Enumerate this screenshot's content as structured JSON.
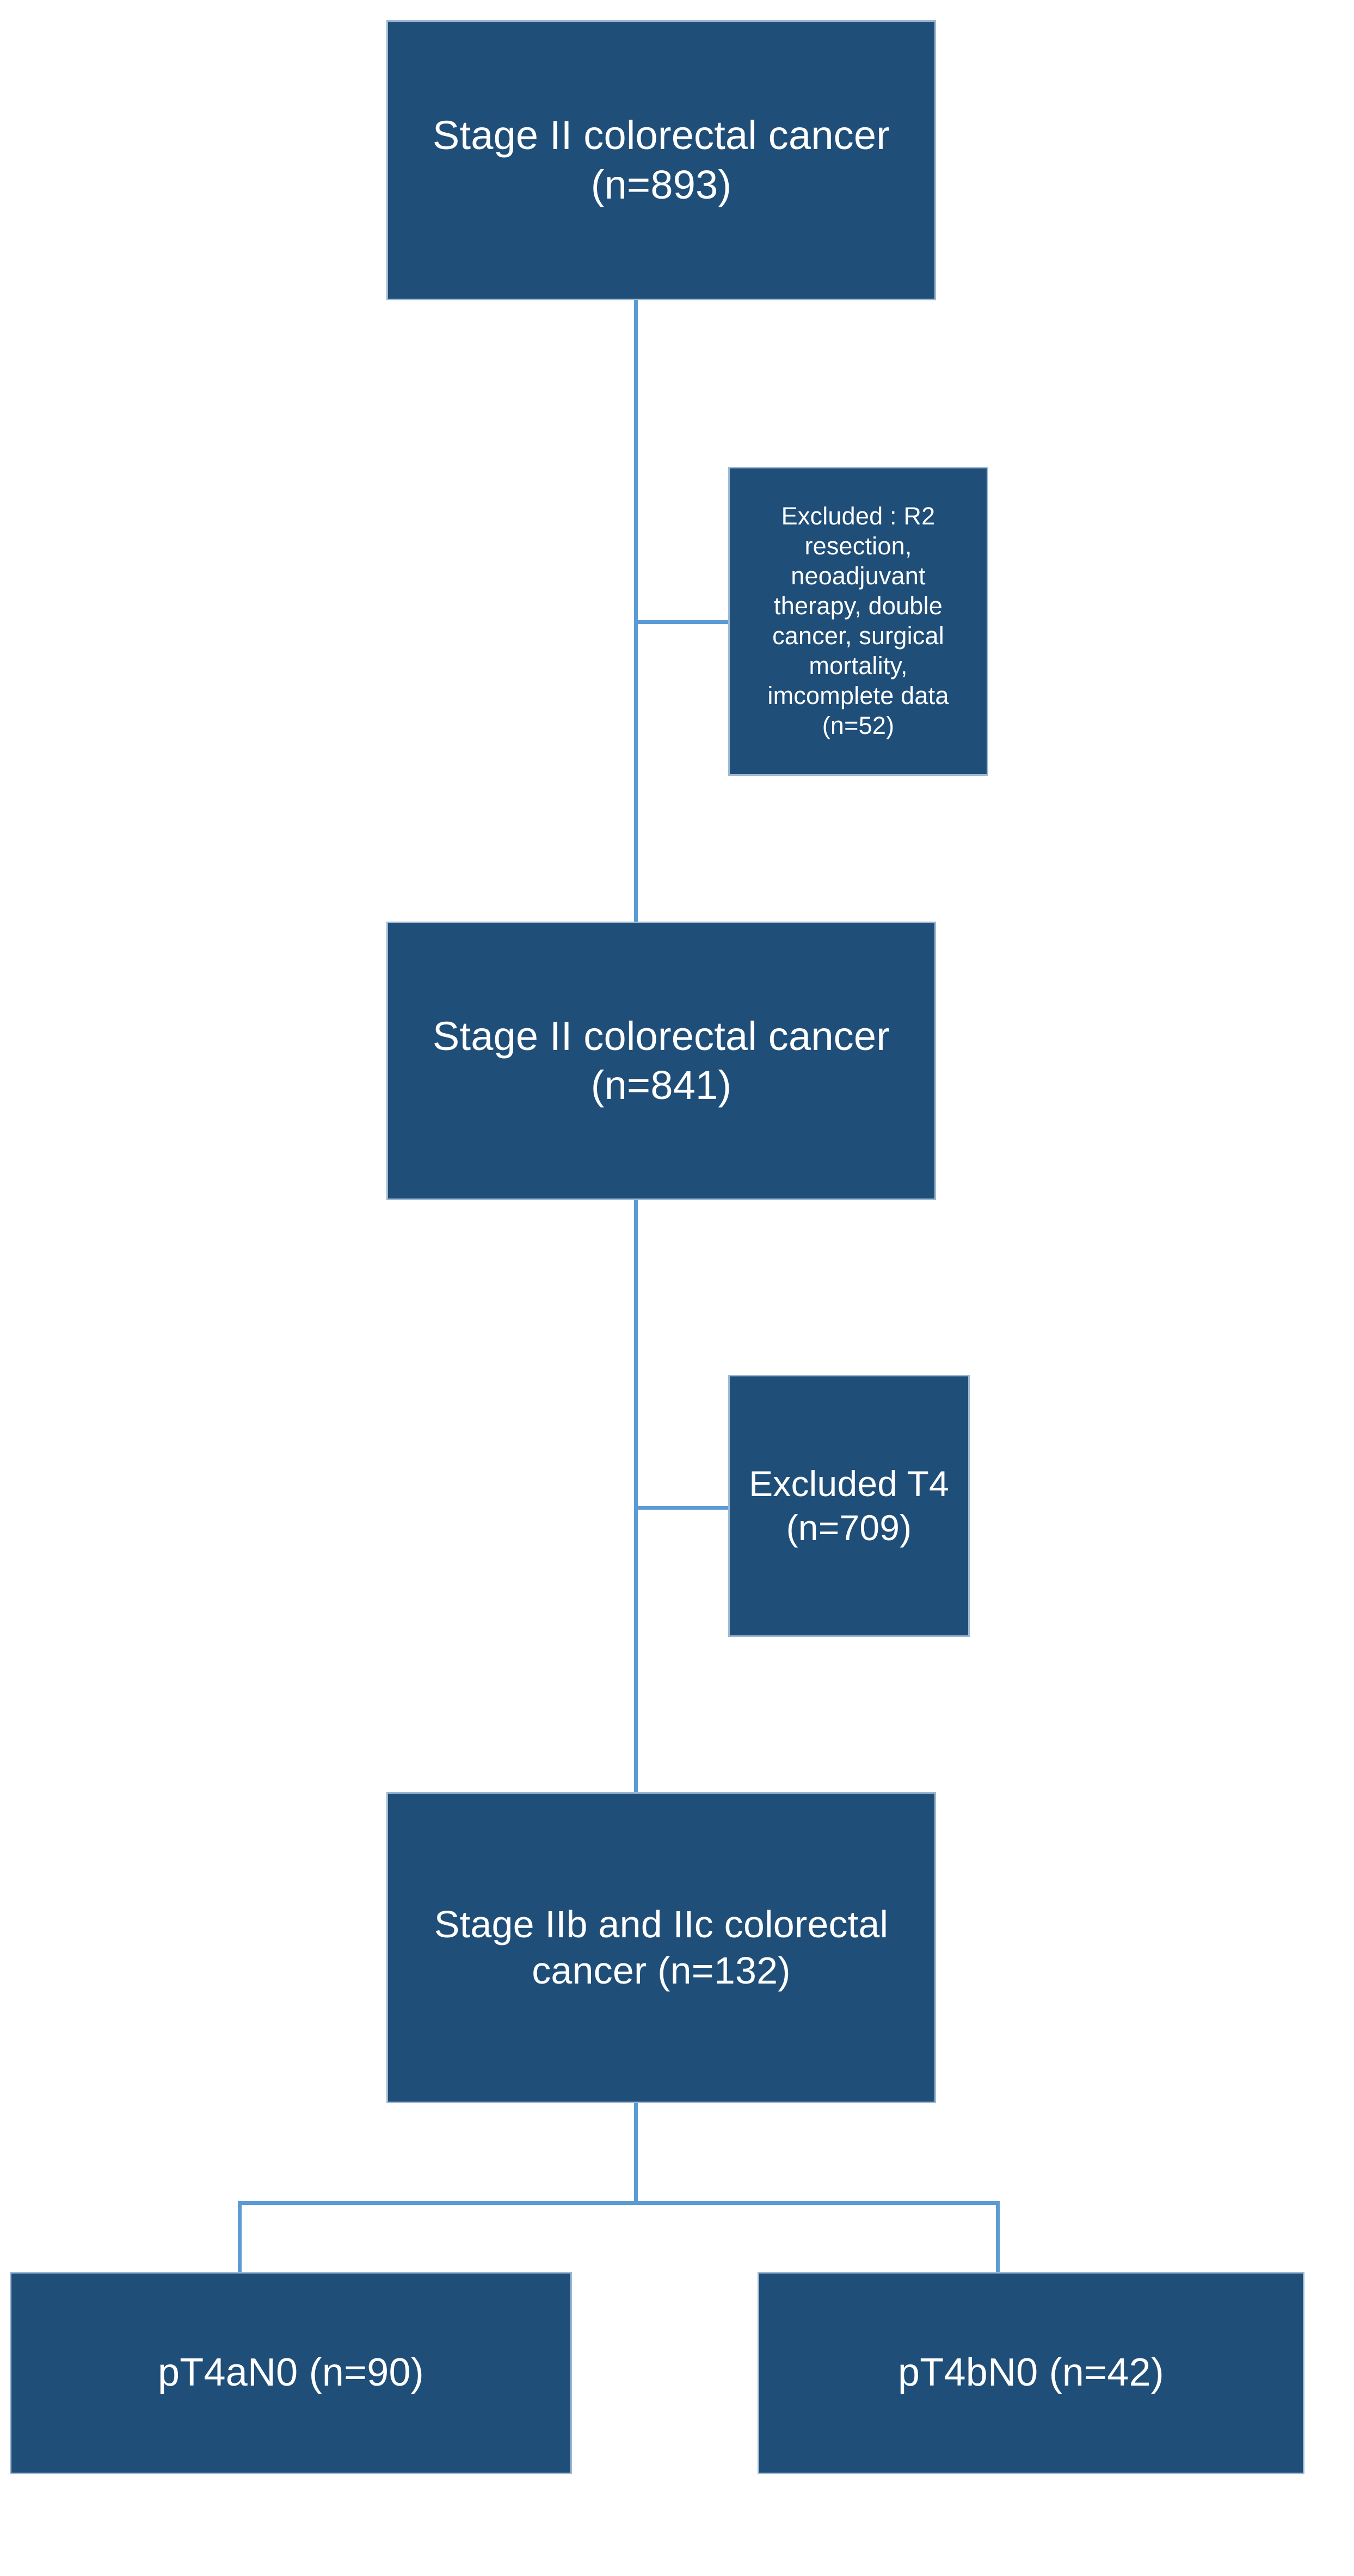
{
  "diagram": {
    "type": "flowchart",
    "title": "Stage II colorectal cancer patient selection flow",
    "colors": {
      "node_fill": "#1F4E79",
      "node_border": "#9DB9D4",
      "node_text": "#FFFFFF",
      "connector": "#5B9BD5",
      "background": "#FFFFFF"
    },
    "nodes": [
      {
        "id": "screened",
        "label": "Stage II colorectal cancer (n=893)",
        "n": 893,
        "role": "start"
      },
      {
        "id": "excl1",
        "label": "Excluded : R2 resection, neoadjuvant therapy, double cancer, surgical mortality, imcomplete data (n=52)",
        "n": 52,
        "role": "exclusion"
      },
      {
        "id": "eligible",
        "label": "Stage II colorectal cancer (n=841)",
        "n": 841,
        "role": "step"
      },
      {
        "id": "excl2",
        "label": "Excluded T4 (n=709)",
        "n": 709,
        "role": "exclusion"
      },
      {
        "id": "cohort",
        "label": "Stage IIb and IIc colorectal cancer (n=132)",
        "n": 132,
        "role": "step"
      },
      {
        "id": "pt4a",
        "label": "pT4aN0 (n=90)",
        "n": 90,
        "role": "leaf"
      },
      {
        "id": "pt4b",
        "label": "pT4bN0 (n=42)",
        "n": 42,
        "role": "leaf"
      }
    ],
    "edges": [
      {
        "from": "screened",
        "to": "excl1",
        "style": "elbow-right"
      },
      {
        "from": "screened",
        "to": "eligible",
        "style": "straight-down"
      },
      {
        "from": "eligible",
        "to": "excl2",
        "style": "elbow-right"
      },
      {
        "from": "eligible",
        "to": "cohort",
        "style": "straight-down"
      },
      {
        "from": "cohort",
        "to": "pt4a",
        "style": "split-left"
      },
      {
        "from": "cohort",
        "to": "pt4b",
        "style": "split-right"
      }
    ]
  }
}
